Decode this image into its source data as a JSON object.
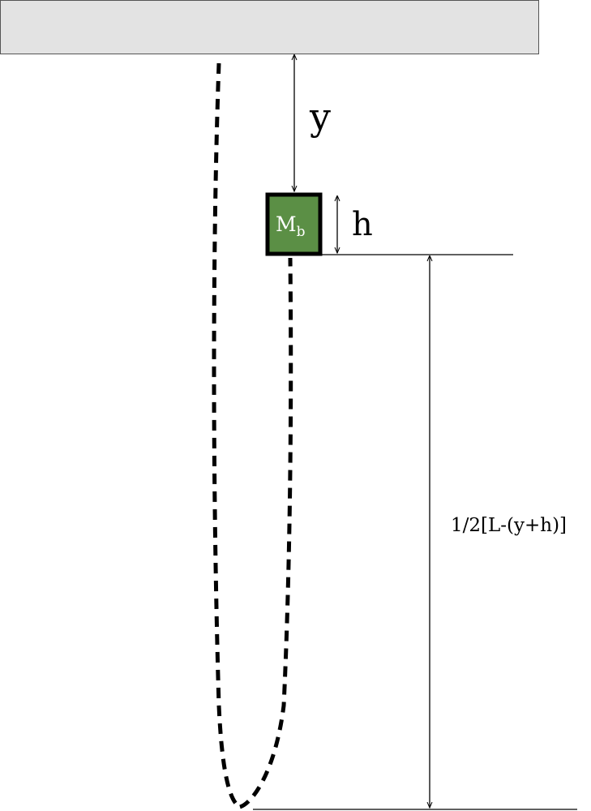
{
  "diagram": {
    "labels": {
      "y": "y",
      "h": "h",
      "mass_main": "M",
      "mass_sub": "b",
      "lower_length": "1/2[L-(y+h)]"
    },
    "colors": {
      "ceiling_fill": "#e3e3e3",
      "ceiling_stroke": "#555555",
      "mass_fill": "#5b8f45",
      "mass_stroke": "#000000",
      "rope": "#000000",
      "lines": "#000000"
    }
  }
}
